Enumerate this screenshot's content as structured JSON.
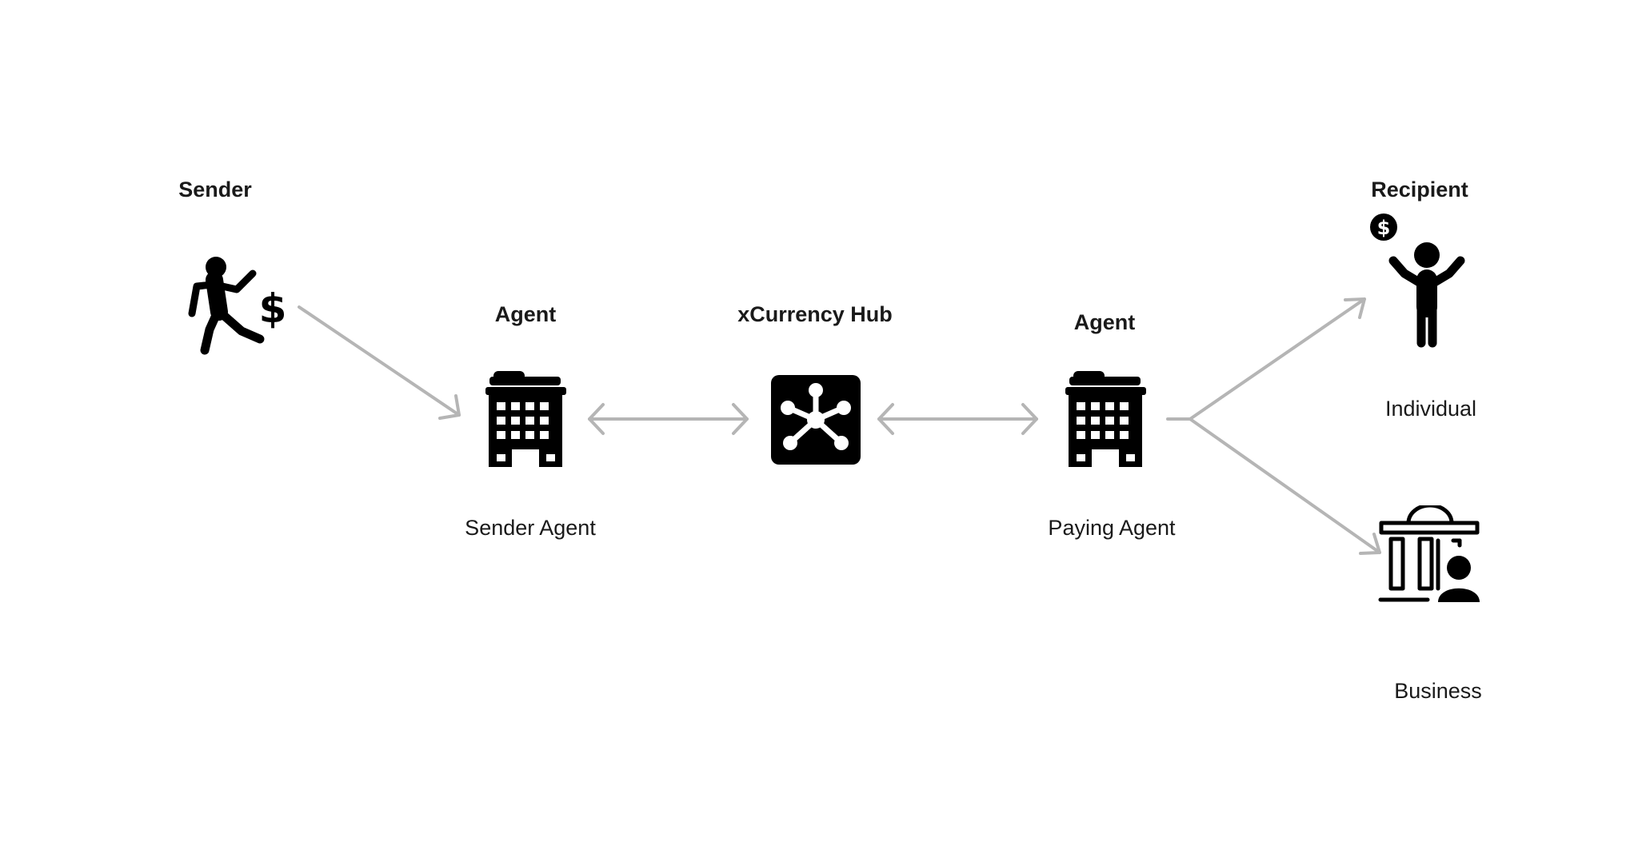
{
  "colors": {
    "ink": "#000000",
    "arrow": "#b5b5b5",
    "text": "#1a1a1a",
    "background": "#ffffff"
  },
  "nodes": {
    "sender": {
      "heading": "Sender",
      "icon": "running-person-dollar-icon"
    },
    "sender_agent": {
      "heading": "Agent",
      "caption": "Sender Agent",
      "icon": "office-building-icon"
    },
    "hub": {
      "heading": "xCurrency Hub",
      "icon": "network-hub-icon"
    },
    "paying_agent": {
      "heading": "Agent",
      "caption": "Paying Agent",
      "icon": "office-building-icon"
    },
    "recipient": {
      "heading": "Recipient",
      "icon": "dollar-coin-icon"
    },
    "individual": {
      "caption": "Individual",
      "icon": "person-arms-raised-icon"
    },
    "business": {
      "caption": "Business",
      "icon": "bank-with-person-icon"
    }
  },
  "edges": [
    {
      "from": "sender",
      "to": "sender_agent",
      "direction": "one-way"
    },
    {
      "from": "sender_agent",
      "to": "hub",
      "direction": "two-way"
    },
    {
      "from": "hub",
      "to": "paying_agent",
      "direction": "two-way"
    },
    {
      "from": "paying_agent",
      "to": "individual",
      "direction": "one-way"
    },
    {
      "from": "paying_agent",
      "to": "business",
      "direction": "one-way"
    }
  ]
}
